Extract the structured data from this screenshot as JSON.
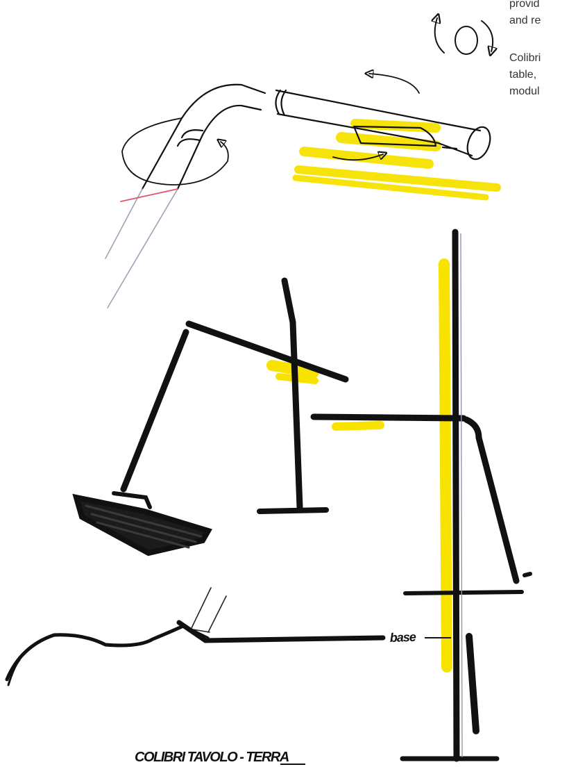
{
  "caption": {
    "lines_1": [
      "provid",
      "and re"
    ],
    "lines_2": [
      "Colibri",
      "table,",
      "modul"
    ]
  },
  "sketch": {
    "title": "COLIBRI TAVOLO - TERRA",
    "label": "base"
  },
  "colors": {
    "ink": "#111111",
    "highlighter": "#f7e200",
    "pencil_grey": "#9aa3b8",
    "pencil_red": "#e0556e",
    "text": "#333333"
  }
}
